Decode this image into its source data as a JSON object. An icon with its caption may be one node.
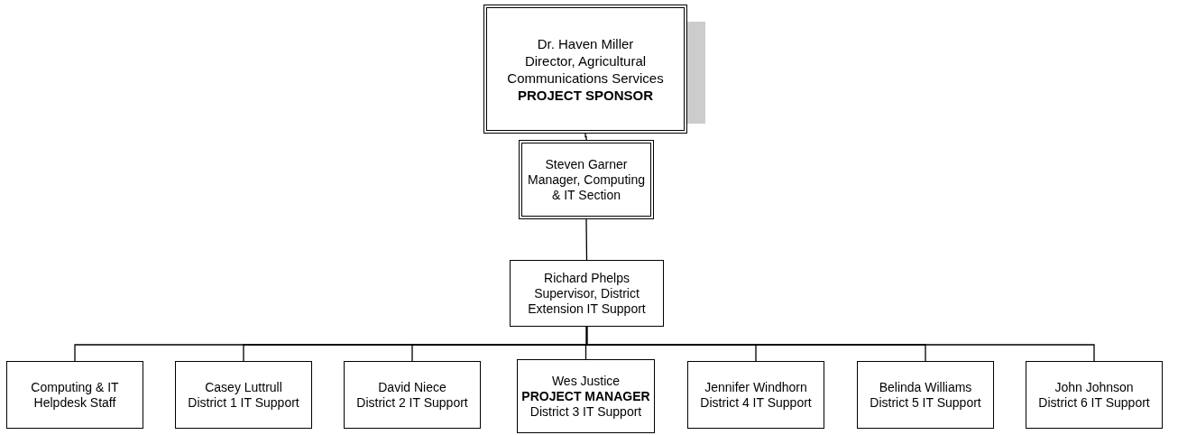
{
  "diagram": {
    "nodes": [
      {
        "text": [
          "Dr. Haven Miller",
          "Director, Agricultural Communications Services",
          "**PROJECT SPONSOR**"
        ]
      },
      {
        "text": [
          "Steven Garner",
          "Manager, Computing & IT Section"
        ]
      },
      {
        "text": [
          "Richard Phelps",
          "Supervisor, District Extension IT Support"
        ]
      },
      {
        "text": [
          "Computing & IT Helpdesk Staff"
        ]
      },
      {
        "text": [
          "Casey Luttrull",
          "District 1 IT Support"
        ]
      },
      {
        "text": [
          "David Niece",
          "District 2 IT Support"
        ]
      },
      {
        "text": [
          "Wes Justice",
          "**PROJECT MANAGER**",
          "District 3 IT Support"
        ]
      },
      {
        "text": [
          "Jennifer Windhorn",
          "District 4 IT Support"
        ]
      },
      {
        "text": [
          "Belinda Williams",
          "District 5 IT Support"
        ]
      },
      {
        "text": [
          "John Johnson",
          "District 6 IT Support"
        ]
      }
    ],
    "edges": [
      {
        "from": 0,
        "to": 1,
        "arrow": "none"
      },
      {
        "from": 1,
        "to": 2,
        "arrow": "none"
      },
      {
        "from": 2,
        "to": 3,
        "arrow": "none"
      },
      {
        "from": 2,
        "to": 4,
        "arrow": "none"
      },
      {
        "from": 2,
        "to": 5,
        "arrow": "none"
      },
      {
        "from": 2,
        "to": 6,
        "arrow": "none"
      },
      {
        "from": 2,
        "to": 7,
        "arrow": "none"
      },
      {
        "from": 2,
        "to": 8,
        "arrow": "none"
      },
      {
        "from": 2,
        "to": 9,
        "arrow": "none"
      }
    ]
  }
}
